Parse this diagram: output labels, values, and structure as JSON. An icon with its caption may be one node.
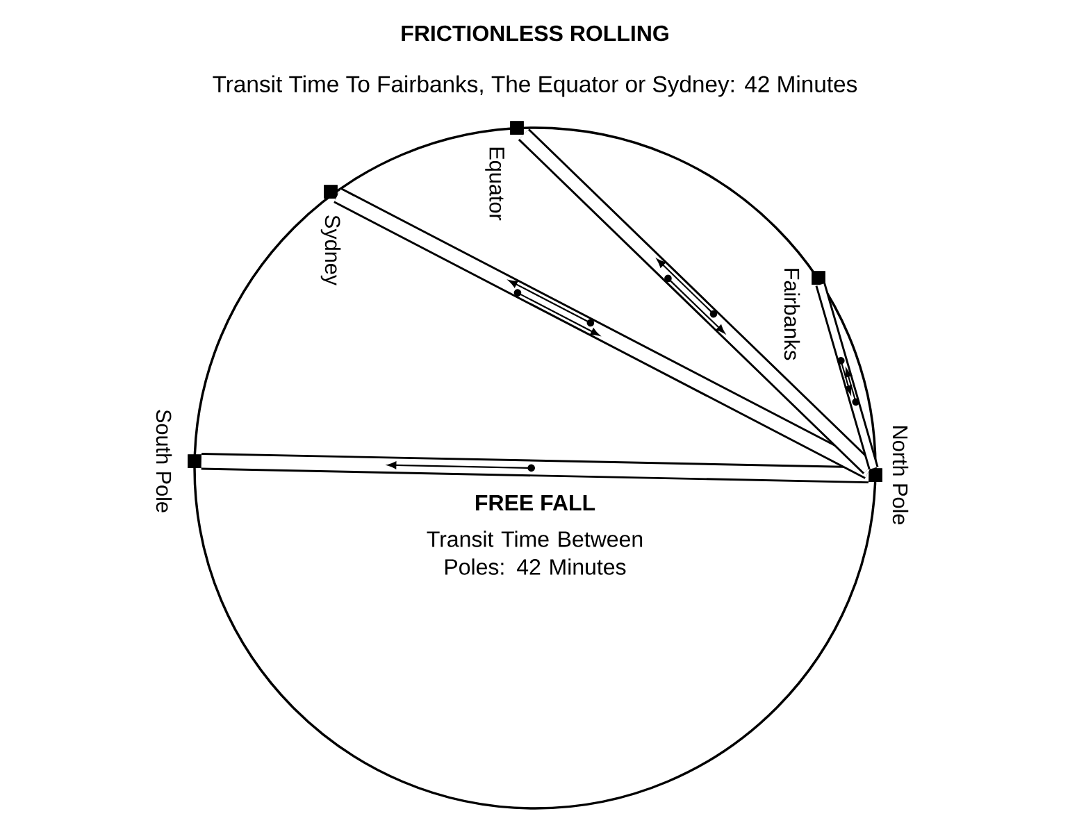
{
  "diagram": {
    "nodes": [
      {
        "text": [],
        "shape": "box",
        "beside": [
          "North Pole"
        ]
      },
      {
        "text": [],
        "shape": "box",
        "beside": [
          "South Pole"
        ]
      },
      {
        "text": [],
        "shape": "box",
        "beside": [
          "Sydney"
        ]
      },
      {
        "text": [],
        "shape": "box",
        "beside": [
          "Equator"
        ]
      },
      {
        "text": [],
        "shape": "box",
        "beside": [
          "Fairbanks"
        ]
      }
    ],
    "edges": [
      {
        "from": 0,
        "to": 1,
        "arrow": "none"
      },
      {
        "from": 0,
        "to": 2,
        "arrow": "none"
      },
      {
        "from": 0,
        "to": 3,
        "arrow": "none"
      },
      {
        "from": 0,
        "to": 4,
        "arrow": "none"
      }
    ],
    "labels": [
      "FRICTIONLESS ROLLING",
      "Transit Time To Fairbanks, The Equator or Sydney: 42 Minutes",
      "FREE FALL",
      "Transit Time Between Poles: 42 Minutes"
    ]
  }
}
